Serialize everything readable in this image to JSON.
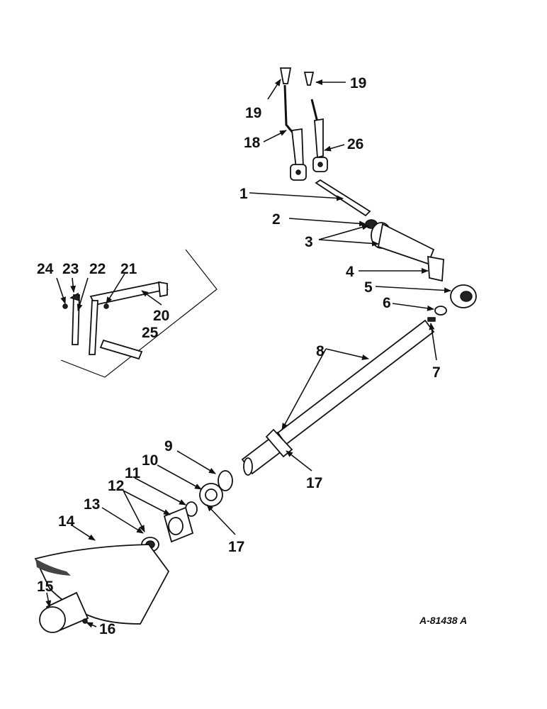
{
  "callouts": {
    "c1": "1",
    "c2": "2",
    "c3": "3",
    "c4": "4",
    "c5": "5",
    "c6": "6",
    "c7": "7",
    "c8": "8",
    "c9": "9",
    "c10": "10",
    "c11": "11",
    "c12": "12",
    "c13": "13",
    "c14": "14",
    "c15": "15",
    "c16": "16",
    "c17a": "17",
    "c17b": "17",
    "c18": "18",
    "c19a": "19",
    "c19b": "19",
    "c20": "20",
    "c21": "21",
    "c22": "22",
    "c23": "23",
    "c24": "24",
    "c25": "25",
    "c26": "26"
  },
  "reference_code": "A-81438 A"
}
